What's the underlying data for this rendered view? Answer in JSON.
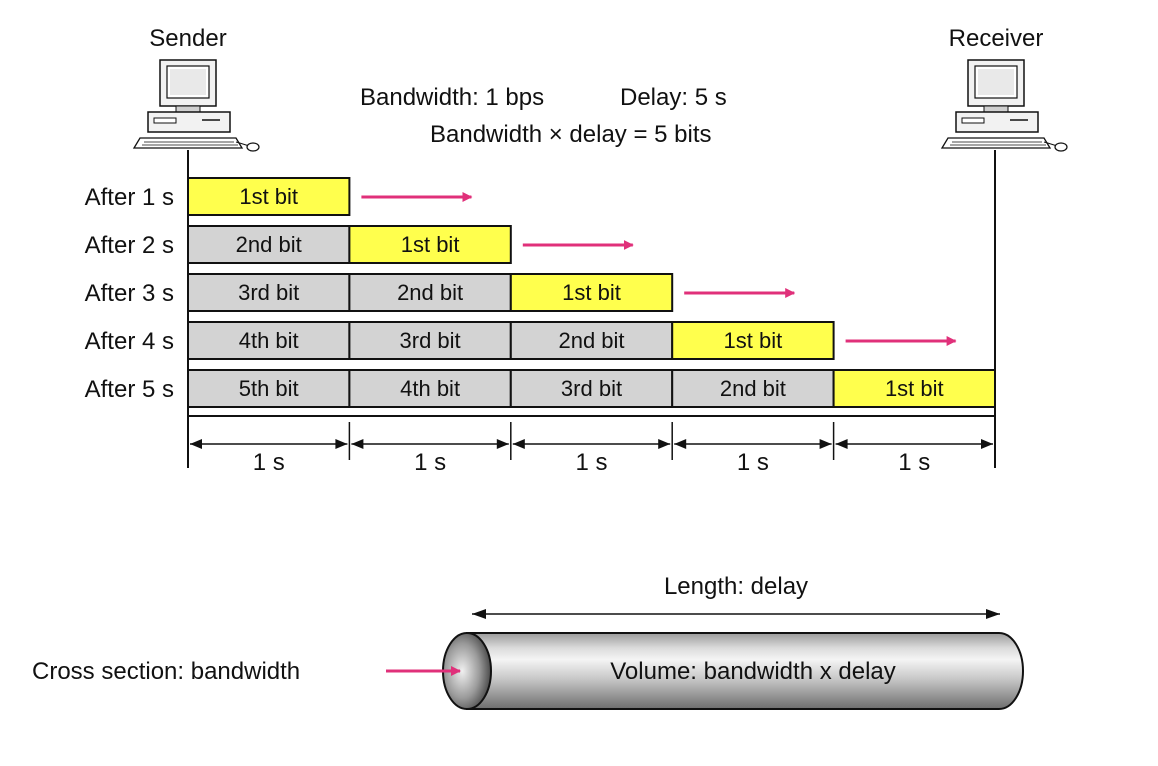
{
  "header": {
    "sender_label": "Sender",
    "receiver_label": "Receiver",
    "bandwidth_label": "Bandwidth: 1 bps",
    "delay_label": "Delay: 5 s",
    "product_label": "Bandwidth × delay = 5 bits"
  },
  "rows": [
    {
      "label": "After 1 s",
      "cells": [
        "1st bit"
      ]
    },
    {
      "label": "After 2 s",
      "cells": [
        "2nd bit",
        "1st bit"
      ]
    },
    {
      "label": "After 3 s",
      "cells": [
        "3rd bit",
        "2nd bit",
        "1st bit"
      ]
    },
    {
      "label": "After 4 s",
      "cells": [
        "4th bit",
        "3rd bit",
        "2nd bit",
        "1st bit"
      ]
    },
    {
      "label": "After 5 s",
      "cells": [
        "5th bit",
        "4th bit",
        "3rd bit",
        "2nd bit",
        "1st bit"
      ]
    }
  ],
  "time_intervals": [
    "1 s",
    "1 s",
    "1 s",
    "1 s",
    "1 s"
  ],
  "pipe": {
    "length_label": "Length: delay",
    "cross_section_label": "Cross section: bandwidth",
    "volume_label": "Volume: bandwidth x delay"
  },
  "colors": {
    "newest_bit": "#ffff4d",
    "older_bit": "#d3d3d3",
    "arrow": "#e0307a",
    "outline": "#111111"
  },
  "icons": {
    "sender": "desktop-computer-icon",
    "receiver": "desktop-computer-icon"
  }
}
